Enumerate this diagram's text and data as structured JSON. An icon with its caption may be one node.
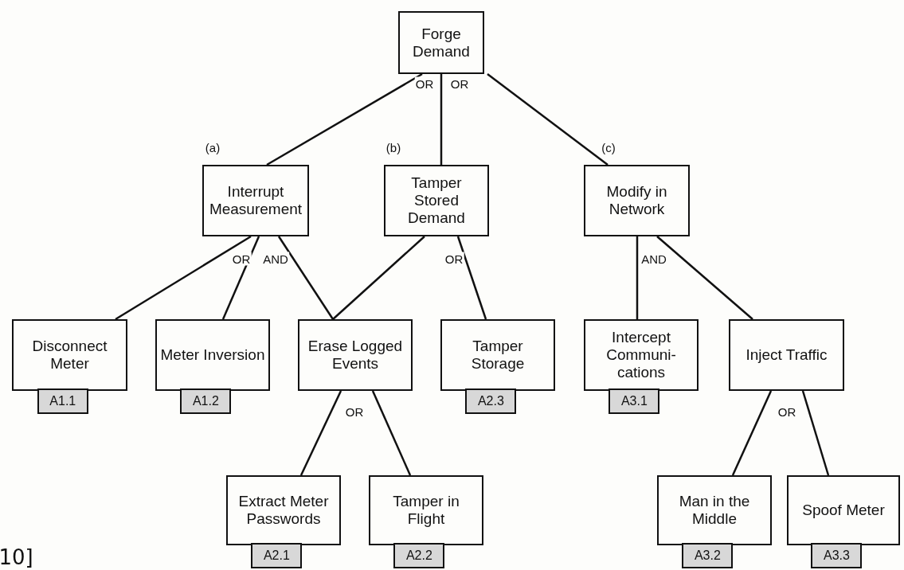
{
  "diagram": {
    "nodes": [
      {
        "text": [
          "Forge Demand"
        ]
      },
      {
        "text": [
          "Interrupt Measurement"
        ]
      },
      {
        "text": [
          "Tamper Stored Demand"
        ]
      },
      {
        "text": [
          "Modify in Network"
        ]
      },
      {
        "text": [
          "Disconnect Meter"
        ],
        "beside": [
          "A1.1"
        ]
      },
      {
        "text": [
          "Meter Inversion"
        ],
        "beside": [
          "A1.2"
        ]
      },
      {
        "text": [
          "Erase Logged Events"
        ]
      },
      {
        "text": [
          "Tamper Storage"
        ],
        "beside": [
          "A2.3"
        ]
      },
      {
        "text": [
          "Intercept Communi- cations"
        ],
        "beside": [
          "A3.1"
        ]
      },
      {
        "text": [
          "Inject Traffic"
        ]
      },
      {
        "text": [
          "Extract Meter Passwords"
        ],
        "beside": [
          "A2.1"
        ]
      },
      {
        "text": [
          "Tamper in Flight"
        ],
        "beside": [
          "A2.2"
        ]
      },
      {
        "text": [
          "Man in the Middle"
        ],
        "beside": [
          "A3.2"
        ]
      },
      {
        "text": [
          "Spoof Meter"
        ],
        "beside": [
          "A3.3"
        ]
      }
    ],
    "edges": [
      {
        "from": 0,
        "to": 1,
        "arrow": "none"
      },
      {
        "from": 0,
        "to": 2,
        "arrow": "none"
      },
      {
        "from": 0,
        "to": 3,
        "arrow": "none"
      },
      {
        "from": 1,
        "to": 4,
        "arrow": "none"
      },
      {
        "from": 1,
        "to": 5,
        "arrow": "none"
      },
      {
        "from": 1,
        "to": 6,
        "arrow": "none"
      },
      {
        "from": 2,
        "to": 6,
        "arrow": "none"
      },
      {
        "from": 2,
        "to": 7,
        "arrow": "none"
      },
      {
        "from": 3,
        "to": 8,
        "arrow": "none"
      },
      {
        "from": 3,
        "to": 9,
        "arrow": "none"
      },
      {
        "from": 6,
        "to": 10,
        "arrow": "none"
      },
      {
        "from": 6,
        "to": 11,
        "arrow": "none"
      },
      {
        "from": 9,
        "to": 12,
        "arrow": "none"
      },
      {
        "from": 9,
        "to": 13,
        "arrow": "none"
      }
    ],
    "labels": [
      "OR",
      "OR",
      "(a)",
      "(b)",
      "(c)",
      "OR",
      "AND",
      "OR",
      "AND",
      "OR",
      "OR",
      "10]"
    ]
  }
}
